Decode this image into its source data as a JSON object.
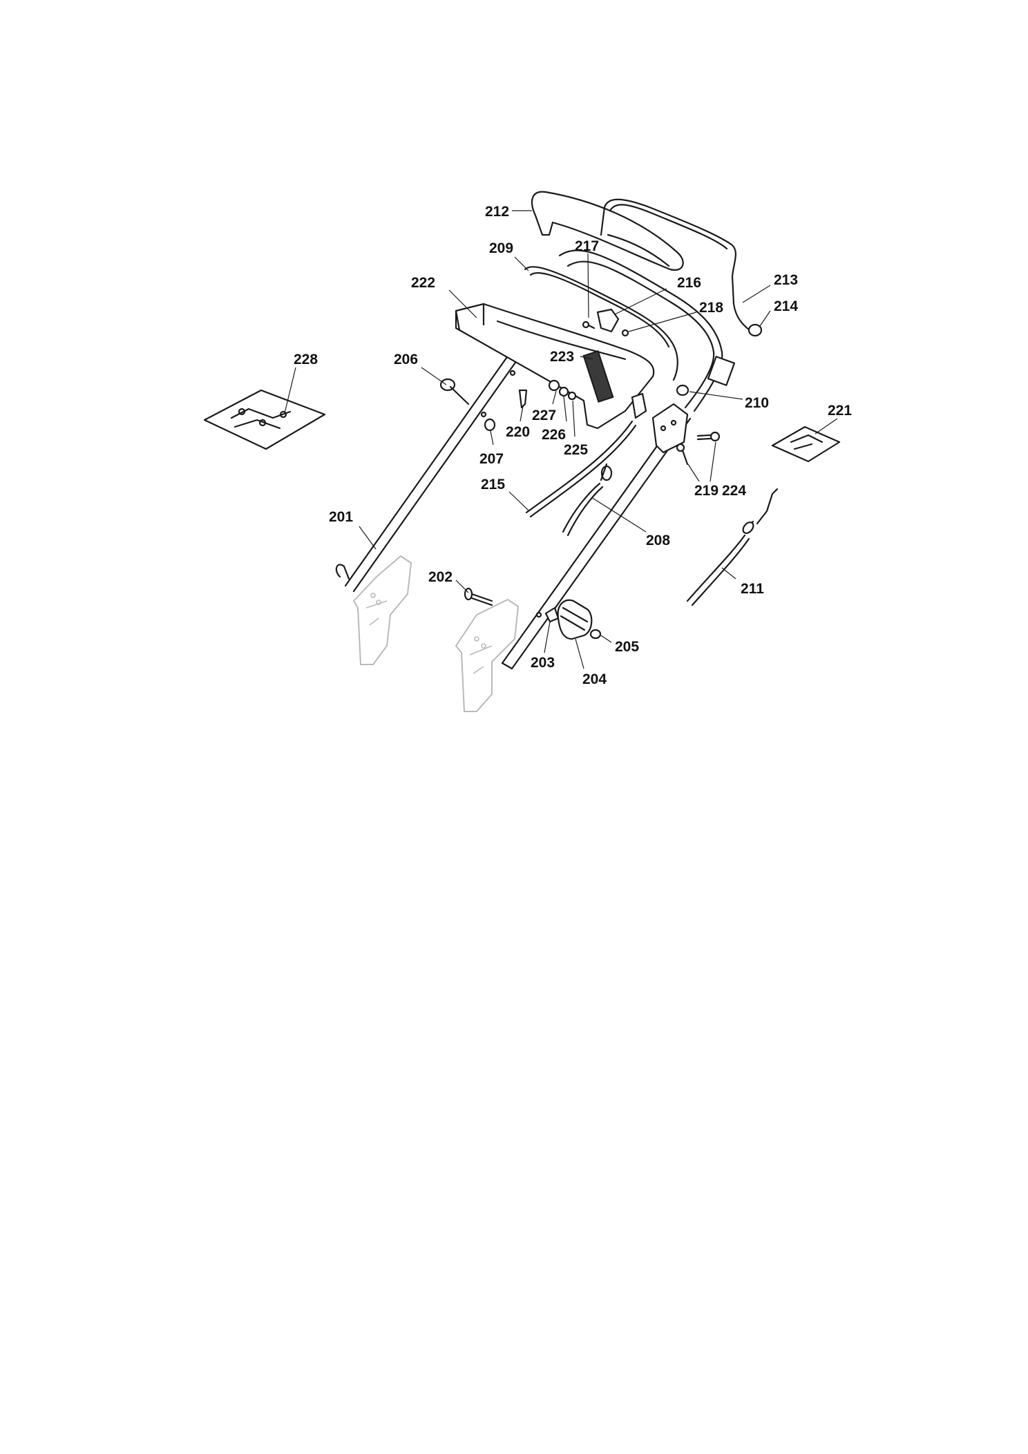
{
  "labels": {
    "p201": "201",
    "p202": "202",
    "p203": "203",
    "p204": "204",
    "p205": "205",
    "p206": "206",
    "p207": "207",
    "p208": "208",
    "p209": "209",
    "p210": "210",
    "p211": "211",
    "p212": "212",
    "p213": "213",
    "p214": "214",
    "p215": "215",
    "p216": "216",
    "p217": "217",
    "p218": "218",
    "p219": "219",
    "p220": "220",
    "p221": "221",
    "p222": "222",
    "p223": "223",
    "p224": "224",
    "p225": "225",
    "p226": "226",
    "p227": "227",
    "p228": "228"
  }
}
